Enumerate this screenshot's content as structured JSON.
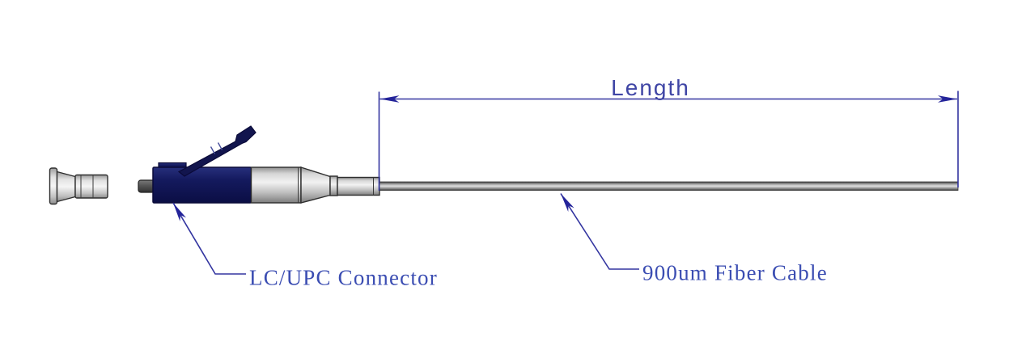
{
  "diagram": {
    "dimension": {
      "label": "Length"
    },
    "callouts": [
      {
        "text": "LC/UPC Connector"
      },
      {
        "text": "900um Fiber Cable"
      }
    ],
    "colors": {
      "annotation": "#3335a0",
      "dimension_label": "#3f45a5",
      "label_text": "#3b4db2",
      "connector_navy": "#12164f",
      "metal_light": "#e8e8e8",
      "metal_dark": "#8a8a8a",
      "cable_gray": "#bdbdbd",
      "outline": "#2e2e2e",
      "background": "#ffffff"
    }
  }
}
